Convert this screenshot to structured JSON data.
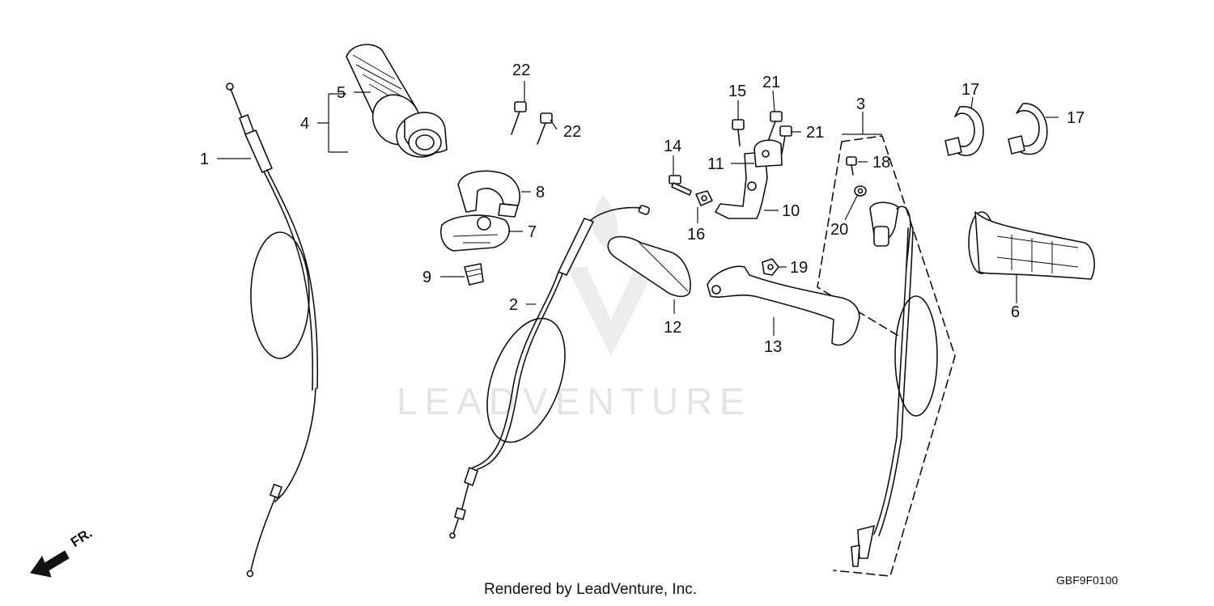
{
  "watermark": {
    "text": "LEADVENTURE"
  },
  "footer": {
    "credit": "Rendered by LeadVenture, Inc.",
    "code": "GBF9F0100"
  },
  "direction": {
    "label": "FR."
  },
  "callouts": {
    "c1": "1",
    "c2": "2",
    "c3": "3",
    "c4": "4",
    "c5": "5",
    "c6": "6",
    "c7": "7",
    "c8": "8",
    "c9": "9",
    "c10": "10",
    "c11": "11",
    "c12": "12",
    "c13": "13",
    "c14": "14",
    "c15": "15",
    "c16": "16",
    "c17a": "17",
    "c17b": "17",
    "c18": "18",
    "c19": "19",
    "c20": "20",
    "c21a": "21",
    "c21b": "21",
    "c22a": "22",
    "c22b": "22"
  },
  "colors": {
    "line": "#111111",
    "background": "#ffffff",
    "watermark": "#e4e4e4"
  }
}
